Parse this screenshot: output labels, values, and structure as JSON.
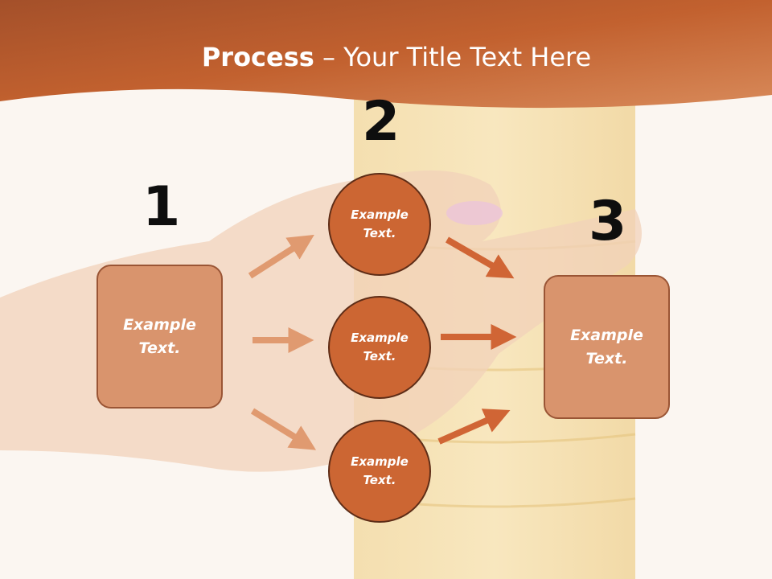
{
  "header": {
    "title_bold": "Process",
    "title_rest": " – Your Title Text Here"
  },
  "diagram": {
    "step_numbers": [
      "1",
      "2",
      "3"
    ],
    "left_box": "Example Text.",
    "right_box": "Example Text.",
    "circles": [
      "Example Text.",
      "Example Text.",
      "Example Text."
    ]
  },
  "colors": {
    "header_orange": "#c4632e",
    "box_fill": "#d9946d",
    "circle_fill": "#cc6633",
    "arrow_left": "#e09a70",
    "arrow_right": "#d06535"
  }
}
